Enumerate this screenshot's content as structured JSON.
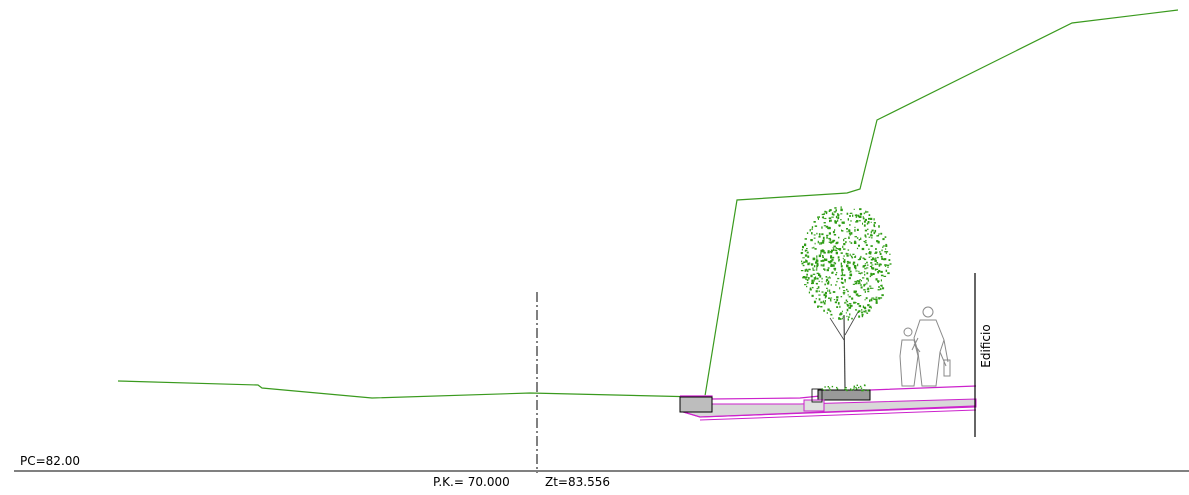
{
  "labels": {
    "reference_level": "PC=82.00",
    "chainage": "P.K.=  70.000",
    "terrain_elevation": "Zt=83.556",
    "building": "Edificio"
  },
  "colors": {
    "terrain": "#3a9a1e",
    "pavement_outline": "#cc22cc",
    "tree_foliage": "#2e9c14",
    "lines": "#000000",
    "fill_grey": "#c8c8c8"
  },
  "icons": [
    "tree-icon",
    "pedestrians-icon"
  ]
}
